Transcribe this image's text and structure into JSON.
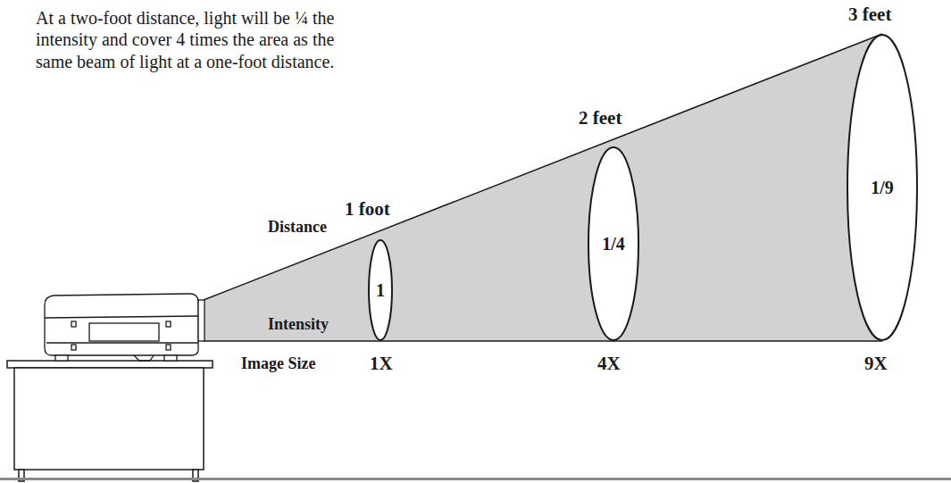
{
  "diagram": {
    "nodes": [
      {
        "text": [
          "1"
        ]
      },
      {
        "text": [
          "1/4"
        ]
      },
      {
        "text": [
          "1/9"
        ]
      }
    ],
    "labels": [
      "At a two-foot distance, light will be ¼ the intensity and cover 4 times the area as the same beam of light at a one-foot distance.",
      "3 feet",
      "2 feet",
      "Distance",
      "1 foot",
      "Intensity",
      "Image Size",
      "1X",
      "4X",
      "9X"
    ]
  }
}
